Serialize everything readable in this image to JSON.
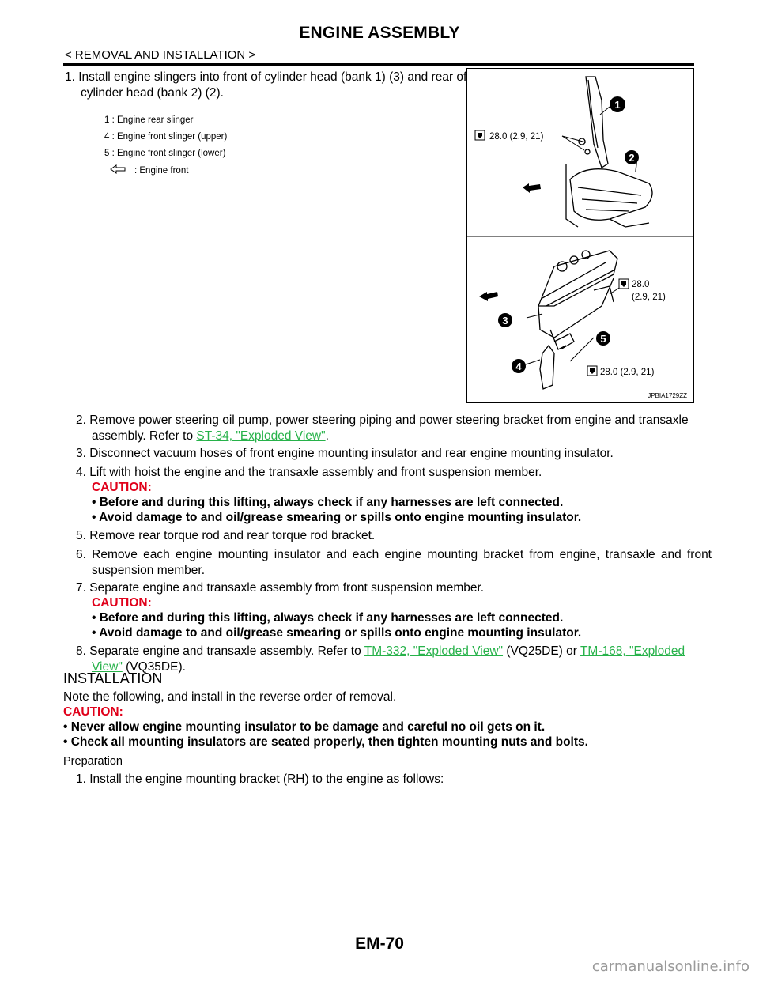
{
  "header": {
    "title": "ENGINE ASSEMBLY",
    "breadcrumb": "< REMOVAL AND INSTALLATION >"
  },
  "steps_top": {
    "step1": "1. Install engine slingers into front of cylinder head (bank 1) (3) and rear of cylinder head (bank 2) (2)."
  },
  "figure_legend": {
    "l1": "1     : Engine rear slinger",
    "l4": "4     : Engine front slinger (upper)",
    "l5": "5     : Engine front slinger (lower)",
    "arrow": ": Engine front"
  },
  "figure": {
    "torque_top": "28.0 (2.9, 21)",
    "torque_mid_1": "28.0",
    "torque_mid_2": "(2.9, 21)",
    "torque_bottom": "28.0 (2.9, 21)",
    "callouts": [
      "1",
      "2",
      "3",
      "4",
      "5"
    ],
    "code": "JPBIA1729ZZ"
  },
  "steps": {
    "s2_a": "2. Remove power steering oil pump, power steering piping and power steering bracket from engine and transaxle assembly. Refer to ",
    "s2_link": "ST-34, \"Exploded View\"",
    "s2_b": ".",
    "s3": "3. Disconnect vacuum hoses of front engine mounting insulator and rear engine mounting insulator.",
    "s4": "4. Lift with hoist the engine and the transaxle assembly and front suspension member.",
    "s4_caution": "CAUTION:",
    "s4_b1": "•  Before and during this lifting, always check if any harnesses are left connected.",
    "s4_b2": "•  Avoid damage to and oil/grease smearing or spills onto engine mounting insulator.",
    "s5": "5. Remove rear torque rod and rear torque rod bracket.",
    "s6": "6. Remove each engine mounting insulator and each engine mounting bracket from engine, transaxle and front suspension member.",
    "s7": "7. Separate engine and transaxle assembly from front suspension member.",
    "s7_caution": "CAUTION:",
    "s7_b1": "•  Before and during this lifting, always check if any harnesses are left connected.",
    "s7_b2": "•  Avoid damage to and oil/grease smearing or spills onto engine mounting insulator.",
    "s8_a": "8. Separate engine and transaxle assembly. Refer to ",
    "s8_link1": "TM-332, \"Exploded View\"",
    "s8_b": " (VQ25DE) or ",
    "s8_link2": "TM-168, \"Exploded View\"",
    "s8_c": " (VQ35DE)."
  },
  "installation": {
    "heading": "INSTALLATION",
    "note": "Note the following, and install in the reverse order of removal.",
    "caution": "CAUTION:",
    "b1": "•  Never allow engine mounting insulator to be damage and careful no oil gets on it.",
    "b2": "•  Check all mounting insulators are seated properly, then tighten mounting nuts and bolts.",
    "prep": "Preparation",
    "p1": "1. Install the engine mounting bracket (RH) to the engine as follows:"
  },
  "footer": {
    "page": "EM-70",
    "watermark": "carmanualsonline.info"
  },
  "colors": {
    "caution": "#e0001a",
    "link": "#27b24a"
  }
}
